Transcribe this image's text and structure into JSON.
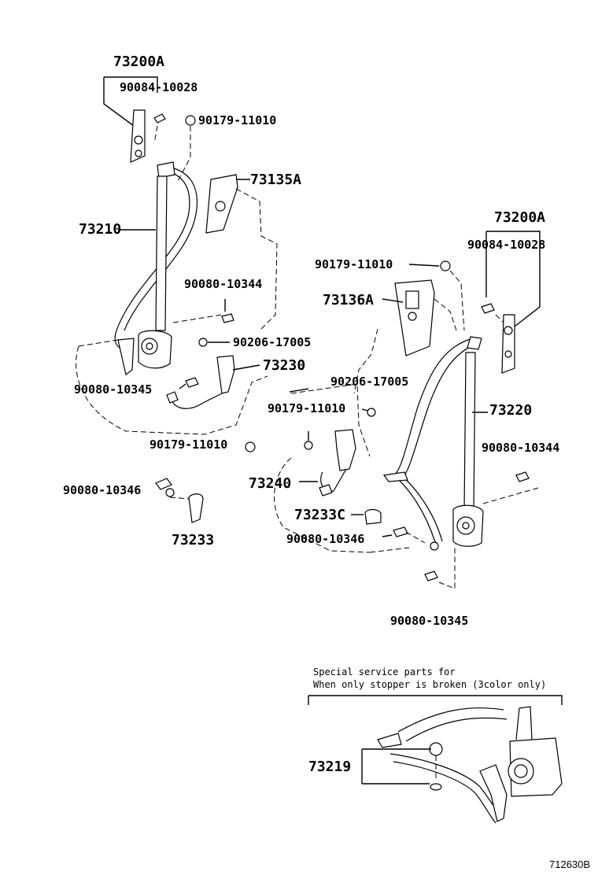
{
  "diagram": {
    "figure_id": "712630B",
    "note_lines": [
      "Special service parts for",
      "When only stopper is broken (3color only)"
    ],
    "labels": {
      "l_73200A": "73200A",
      "l_90084_a": "90084-10028",
      "l_90179_a": "90179-11010",
      "l_73135A": "73135A",
      "l_73210": "73210",
      "l_90080_10344_a": "90080-10344",
      "l_90206_a": "90206-17005",
      "l_73230": "73230",
      "l_90080_10345_a": "90080-10345",
      "l_90179_c": "90179-11010",
      "l_90080_10346_a": "90080-10346",
      "l_73233": "73233",
      "r_73200A": "73200A",
      "r_90084": "90084-10028",
      "r_90179_a": "90179-11010",
      "r_73136A": "73136A",
      "r_90206": "90206-17005",
      "r_90179_b": "90179-11010",
      "r_73220": "73220",
      "r_90080_10344": "90080-10344",
      "r_73240": "73240",
      "r_73233C": "73233C",
      "r_90080_10346": "90080-10346",
      "r_90080_10345": "90080-10345",
      "s_73219": "73219"
    }
  }
}
